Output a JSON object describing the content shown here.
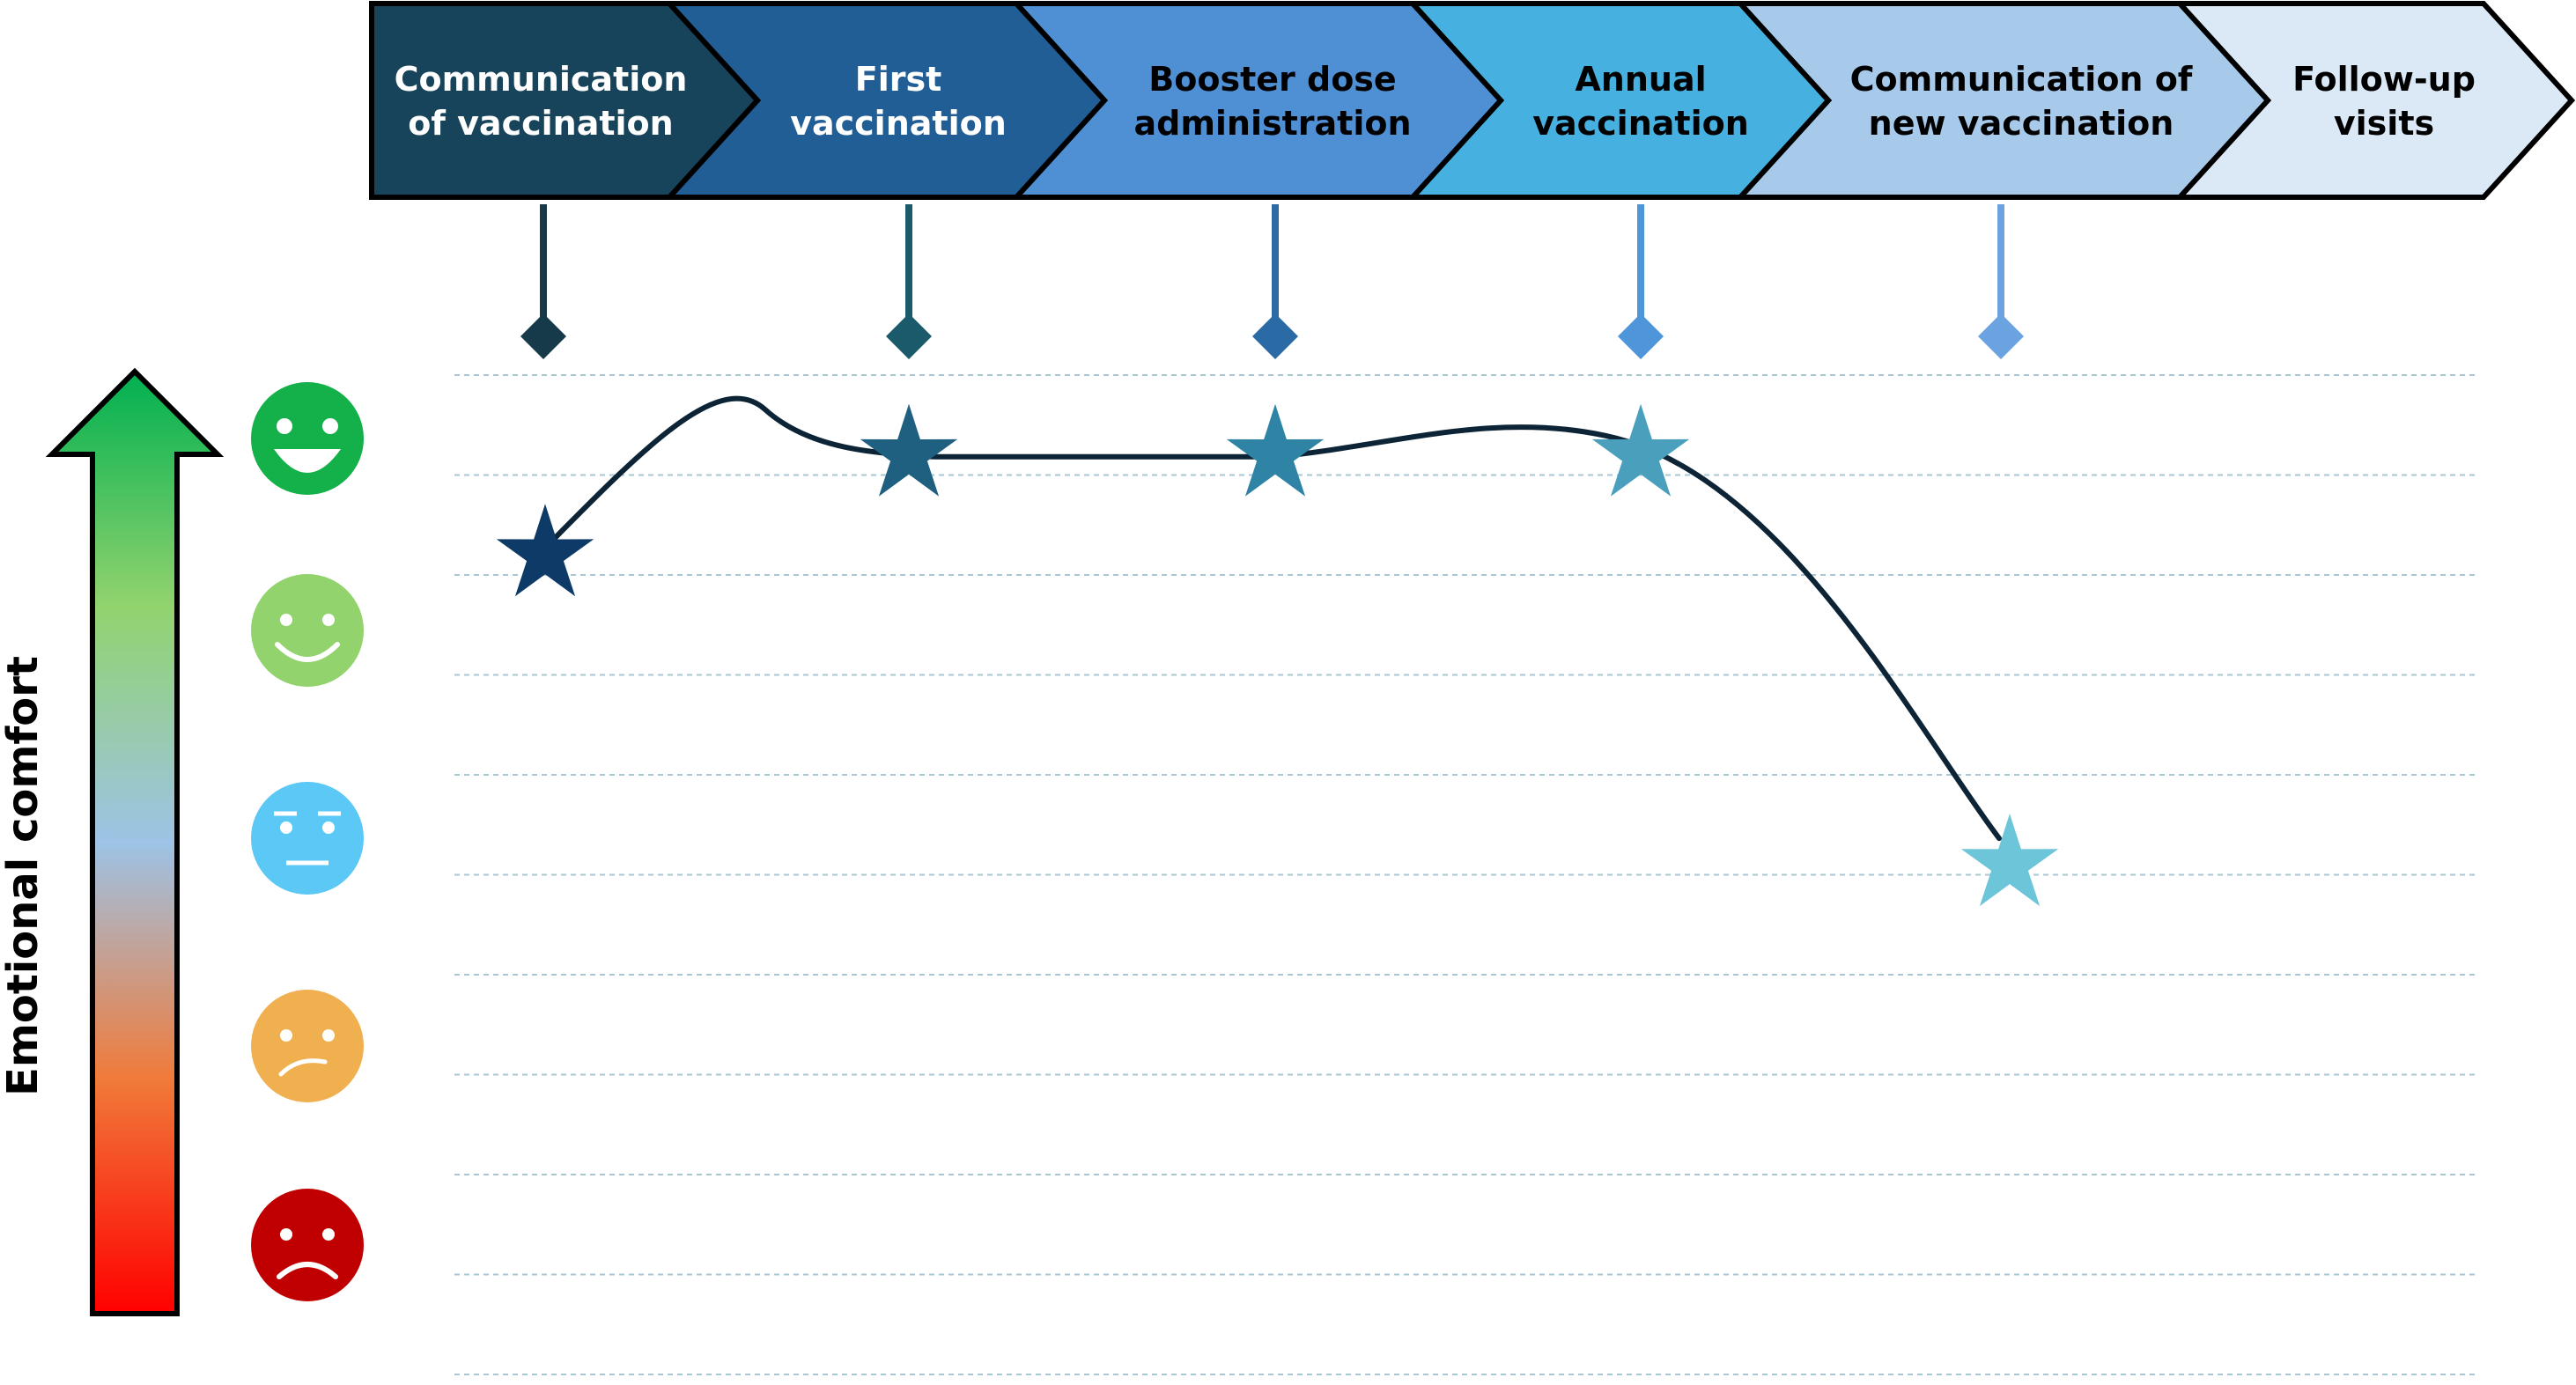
{
  "axis": {
    "label": "Emotional comfort",
    "gradient": [
      "#00b050",
      "#92d36e",
      "#9dc3e6",
      "#f07b3a",
      "#ff0000"
    ]
  },
  "emotion_levels": [
    {
      "name": "very-happy",
      "color": "#14b04a"
    },
    {
      "name": "happy",
      "color": "#92d36e"
    },
    {
      "name": "neutral",
      "color": "#5bc8f5"
    },
    {
      "name": "uneasy",
      "color": "#f0b050"
    },
    {
      "name": "sad",
      "color": "#c00000"
    }
  ],
  "stages": [
    {
      "lines": [
        "Communication",
        "of vaccination"
      ],
      "fill": "#17445b",
      "text_color": "#ffffff",
      "marker_color": "#163a4a"
    },
    {
      "lines": [
        "First",
        "vaccination"
      ],
      "fill": "#215e96",
      "text_color": "#ffffff",
      "marker_color": "#1a5a6a"
    },
    {
      "lines": [
        "Booster dose",
        "administration"
      ],
      "fill": "#4f8fd4",
      "text_color": "#000000",
      "marker_color": "#2a6aa5"
    },
    {
      "lines": [
        "Annual",
        "vaccination"
      ],
      "fill": "#46b1e1",
      "text_color": "#000000",
      "marker_color": "#4f95d9"
    },
    {
      "lines": [
        "Communication of",
        "new vaccination"
      ],
      "fill": "#a7c9ea",
      "text_color": "#000000",
      "marker_color": "#6aa3e0"
    },
    {
      "lines": [
        "Follow-up",
        "visits"
      ],
      "fill": "#dbe8f5",
      "text_color": "#000000",
      "marker_color": null
    }
  ],
  "chart_data": {
    "type": "line",
    "comfort_scale_max": 10,
    "points": [
      {
        "stage": "Communication of vaccination",
        "comfort": 8.2,
        "color": "#0d3a66"
      },
      {
        "stage": "First vaccination",
        "comfort": 9.2,
        "color": "#1f5f80"
      },
      {
        "stage": "Booster dose administration",
        "comfort": 9.2,
        "color": "#2f84a6"
      },
      {
        "stage": "Annual vaccination",
        "comfort": 9.2,
        "color": "#4aa0bc"
      },
      {
        "stage": "Communication of new vaccination",
        "comfort": 5.1,
        "color": "#6cc5d8"
      }
    ],
    "curve_color": "#0c2436",
    "gridline_color": "#a9c6d3"
  }
}
